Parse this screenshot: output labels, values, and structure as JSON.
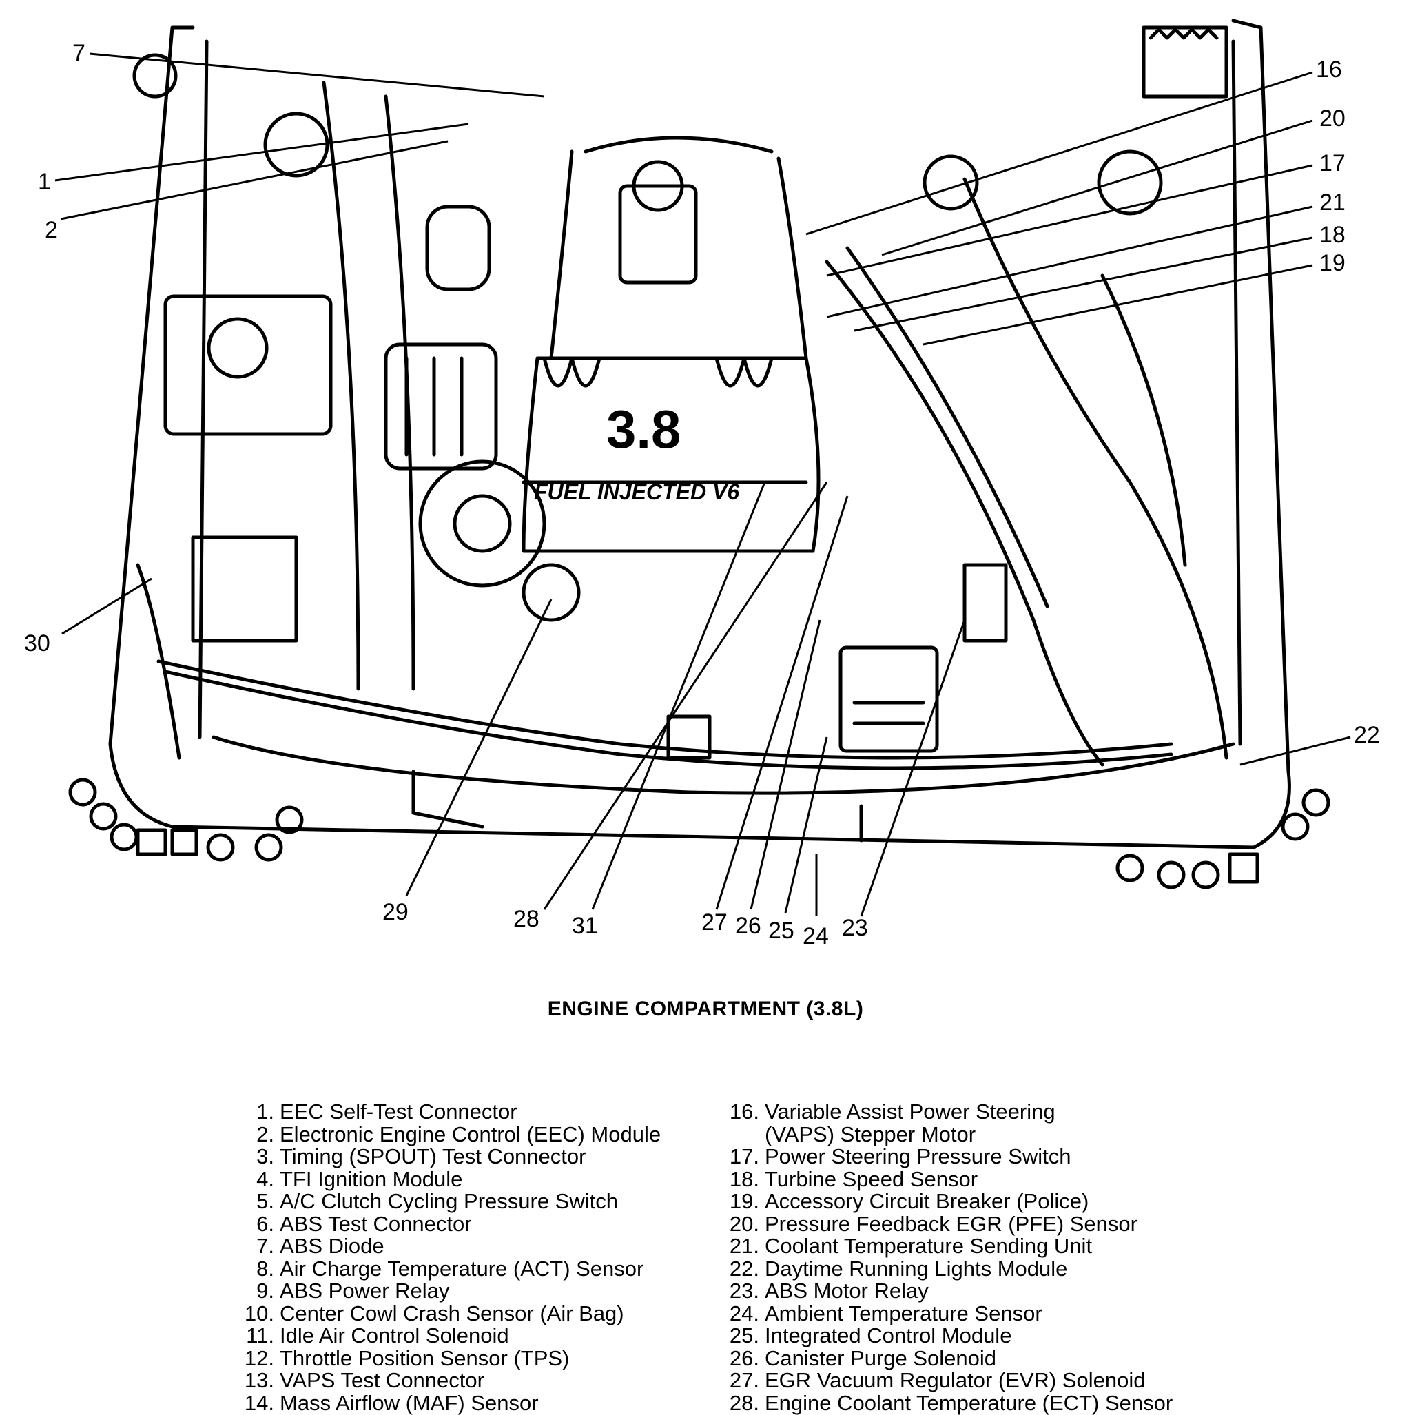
{
  "title": "ENGINE COMPARTMENT (3.8L)",
  "engine_marking": {
    "displacement": "3.8",
    "badge": "FUEL INJECTED V6"
  },
  "callouts": [
    "1",
    "2",
    "7",
    "16",
    "20",
    "17",
    "21",
    "18",
    "19",
    "30",
    "22",
    "29",
    "28",
    "31",
    "27",
    "26",
    "25",
    "24",
    "23"
  ],
  "legend_left": [
    {
      "num": "1.",
      "text": "EEC Self-Test Connector"
    },
    {
      "num": "2.",
      "text": "Electronic Engine Control (EEC) Module"
    },
    {
      "num": "3.",
      "text": "Timing (SPOUT) Test Connector"
    },
    {
      "num": "4.",
      "text": "TFI Ignition Module"
    },
    {
      "num": "5.",
      "text": "A/C Clutch Cycling Pressure Switch"
    },
    {
      "num": "6.",
      "text": "ABS Test Connector"
    },
    {
      "num": "7.",
      "text": "ABS Diode"
    },
    {
      "num": "8.",
      "text": "Air Charge Temperature (ACT) Sensor"
    },
    {
      "num": "9.",
      "text": "ABS Power Relay"
    },
    {
      "num": "10.",
      "text": "Center Cowl Crash Sensor (Air Bag)"
    },
    {
      "num": "11.",
      "text": "Idle Air Control Solenoid"
    },
    {
      "num": "12.",
      "text": "Throttle Position Sensor (TPS)"
    },
    {
      "num": "13.",
      "text": "VAPS Test Connector"
    },
    {
      "num": "14.",
      "text": "Mass Airflow (MAF) Sensor"
    }
  ],
  "legend_right": [
    {
      "num": "16.",
      "text": "Variable Assist Power Steering"
    },
    {
      "num": "",
      "text": "(VAPS) Stepper Motor"
    },
    {
      "num": "17.",
      "text": "Power Steering Pressure Switch"
    },
    {
      "num": "18.",
      "text": "Turbine Speed Sensor"
    },
    {
      "num": "19.",
      "text": "Accessory Circuit Breaker (Police)"
    },
    {
      "num": "20.",
      "text": "Pressure Feedback EGR (PFE) Sensor"
    },
    {
      "num": "21.",
      "text": "Coolant Temperature Sending Unit"
    },
    {
      "num": "22.",
      "text": "Daytime Running Lights Module"
    },
    {
      "num": "23.",
      "text": "ABS Motor Relay"
    },
    {
      "num": "24.",
      "text": "Ambient Temperature Sensor"
    },
    {
      "num": "25.",
      "text": "Integrated Control Module"
    },
    {
      "num": "26.",
      "text": "Canister Purge Solenoid"
    },
    {
      "num": "27.",
      "text": "EGR Vacuum Regulator (EVR) Solenoid"
    },
    {
      "num": "28.",
      "text": "Engine Coolant Temperature (ECT) Sensor"
    }
  ]
}
